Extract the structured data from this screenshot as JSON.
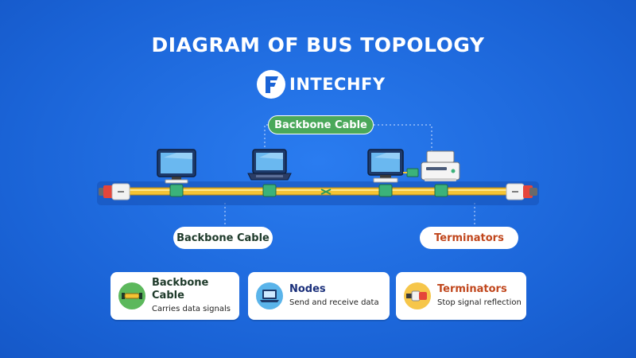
{
  "title": "DIAGRAM OF BUS TOPOLOGY",
  "brand": {
    "name": "INTECHFY",
    "logo_letter": "F"
  },
  "labels": {
    "backbone_top": "Backbone Cable",
    "backbone_bottom": "Backbone Cable",
    "terminators": "Terminators"
  },
  "nodes": [
    {
      "type": "monitor",
      "icon": "monitor-icon"
    },
    {
      "type": "laptop",
      "icon": "laptop-icon"
    },
    {
      "type": "desktop-pc",
      "icon": "desktop-icon"
    },
    {
      "type": "printer",
      "icon": "printer-icon"
    }
  ],
  "legend": [
    {
      "title": "Backbone Cable",
      "desc": "Carries data signals",
      "icon": "cable-icon",
      "title_color": "#1e3a2a",
      "icon_bg": "#5cb85c"
    },
    {
      "title": "Nodes",
      "desc": "Send and receive data",
      "icon": "laptop-icon",
      "title_color": "#1a2f7a",
      "icon_bg": "#5ab4ea"
    },
    {
      "title": "Terminators",
      "desc": "Stop signal reflection",
      "icon": "terminator-icon",
      "title_color": "#c0461c",
      "icon_bg": "#f6c64a"
    }
  ],
  "colors": {
    "background": "#1f6fe0",
    "cable": "#f5c333",
    "connector": "#3bb27a",
    "terminator_red": "#e5453a",
    "pill_green": "#4aa85a"
  }
}
